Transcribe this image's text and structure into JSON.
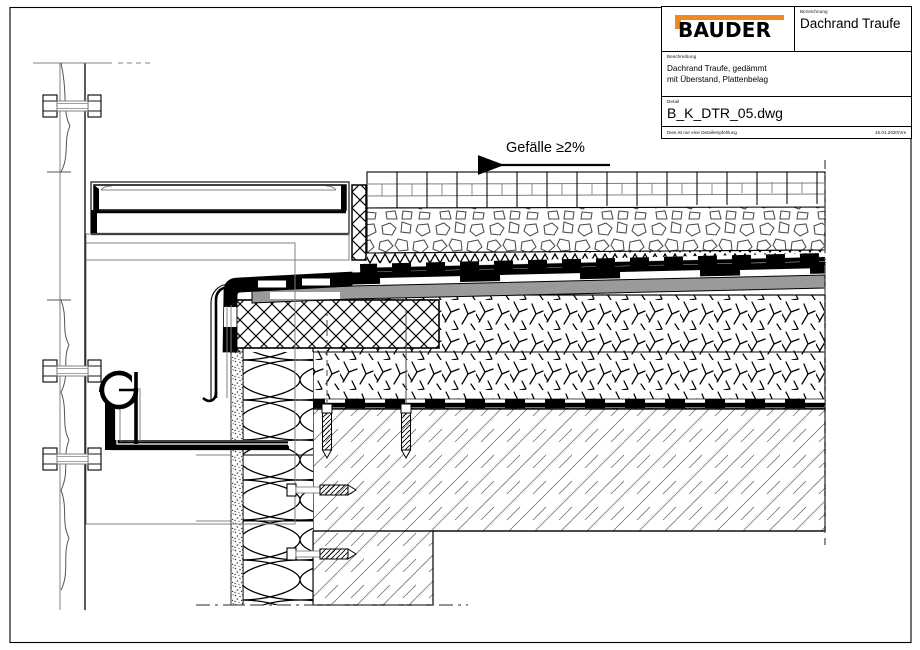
{
  "document": {
    "type": "technical-construction-detail-drawing",
    "language": "de"
  },
  "titleblock": {
    "logo": {
      "brand": "BAUDER",
      "accent_color": "#F08A1E",
      "icon": "bauder-logo-bracket-icon"
    },
    "designation_caption": "Bezeichnung",
    "designation_value": "Dachrand Traufe",
    "description_caption": "Beschreibung",
    "description_line1": "Dachrand Traufe, gedämmt",
    "description_line2": "mit Überstand, Plattenbelag",
    "detail_caption": "Detail",
    "detail_value": "B_K_DTR_05.dwg",
    "footer_note": "Dies ist nur eine Detailempfehlung",
    "footer_date": "16.01.2020/Vrs"
  },
  "annotations": {
    "slope_label": "Gefälle ≥2%",
    "slope_arrow_direction": "left"
  },
  "colors": {
    "line": "#000000",
    "thin_line": "#808080",
    "accent": "#F08A1E",
    "membrane_grey": "#9a9a9a",
    "paper": "#ffffff"
  }
}
